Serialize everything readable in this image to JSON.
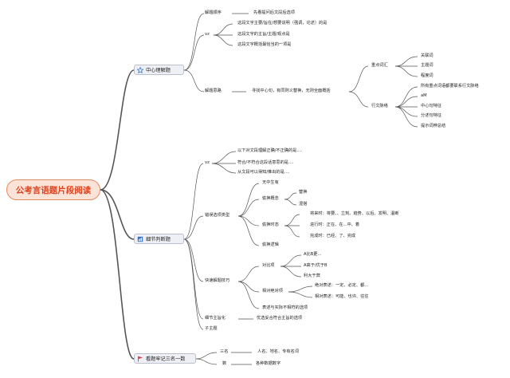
{
  "root": "公考言语题片段阅读",
  "branches": [
    {
      "label": "中心理解题",
      "icon": "star-icon",
      "children": [
        {
          "label": "解题顺序",
          "note": "先看提问后文段后选项"
        },
        {
          "label": "vz",
          "items": [
            "这段文字主要/旨在/想要说明（强调，论述）的是",
            "这段文字的主旨/主题/观点是",
            "这段文字概括最恰当的一项是"
          ]
        },
        {
          "label": "解题思路",
          "note": "寻找中心句，有同则义替换，无则全面概括",
          "sub": [
            {
              "label": "重点词汇",
              "items": [
                "关联词",
                "主题词",
                "程度词"
              ]
            },
            {
              "label": "行文脉络",
              "items": [
                "所有重点词语都要联系行文脉络",
                "aM",
                "中心句特征",
                "分述句特征",
                "提示词辨总结"
              ]
            }
          ]
        }
      ]
    },
    {
      "label": "细节判断题",
      "icon": "bar-chart-icon",
      "children": [
        {
          "label": "vz",
          "items": [
            "以下对文段理解正确/不正确的是....",
            "符合/不符合这段话意思的是....",
            "从文段可以得知/推出的是...."
          ]
        },
        {
          "label": "错误选项类型",
          "sub": [
            {
              "label": "无中生有"
            },
            {
              "label": "偷换概念",
              "items": [
                "替换",
                "混搭"
              ]
            },
            {
              "label": "偷换时态",
              "items": [
                "将来时：将要、、立刻、趋势、以后、发明、温断",
                "进行时：正在、在...中、着",
                "完成时：已经、了、完成"
              ]
            },
            {
              "label": "偷换逻辑"
            }
          ]
        },
        {
          "label": "快速解题技巧",
          "sub": [
            {
              "label": "对比项",
              "items": [
                "A比B更...",
                "A高于/优于B",
                "利大于弊"
              ]
            },
            {
              "label": "相对绝对项",
              "items": [
                "绝对表述：一定、必定、都...",
                "相对表述：可能、也许、往往"
              ]
            },
            {
              "label": "表述与实际不相符的选项"
            }
          ]
        },
        {
          "label": "细节主旨化",
          "note": "优选妥合符合主旨的选项"
        },
        {
          "label": "子主题"
        }
      ]
    },
    {
      "label": "看题牢记三名一数",
      "icon": "flag-icon",
      "children": [
        {
          "label": "三名",
          "note": "人名、地名、专有名词"
        },
        {
          "label": "数",
          "note": "各种数据数字"
        }
      ]
    }
  ],
  "colors": {
    "line": "#555555",
    "root_fill": "#fbe3d8",
    "root_border": "#e58a63",
    "root_text": "#e0401c"
  }
}
